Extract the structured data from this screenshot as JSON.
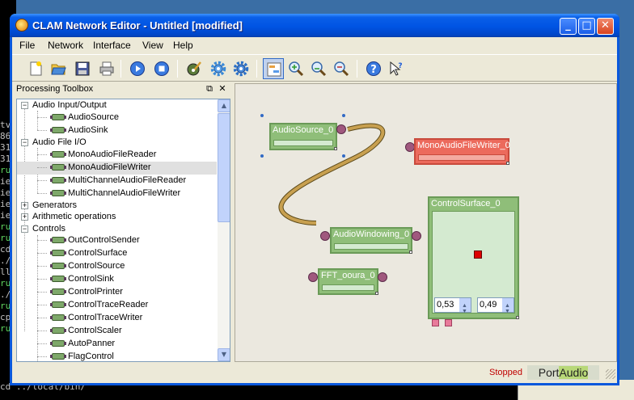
{
  "window": {
    "title": "CLAM Network Editor - Untitled [modified]",
    "controls": [
      "minimize",
      "maximize",
      "close"
    ]
  },
  "menu": [
    "File",
    "Network",
    "Interface",
    "View",
    "Help"
  ],
  "toolbar": {
    "icons": [
      "new-file-icon",
      "open-folder-icon",
      "save-icon",
      "print-icon",
      "play-icon",
      "stop-icon",
      "brush-icon",
      "gear-icon",
      "gear-blue-icon",
      "layout-icon",
      "zoom-in-icon",
      "zoom-reset-icon",
      "zoom-out-icon",
      "help-icon",
      "whats-this-icon"
    ]
  },
  "toolbox": {
    "title": "Processing Toolbox",
    "tree": [
      {
        "label": "Audio Input/Output",
        "type": "group",
        "expanded": true
      },
      {
        "label": "AudioSource",
        "type": "leaf"
      },
      {
        "label": "AudioSink",
        "type": "leaf"
      },
      {
        "label": "Audio File I/O",
        "type": "group",
        "expanded": true
      },
      {
        "label": "MonoAudioFileReader",
        "type": "leaf"
      },
      {
        "label": "MonoAudioFileWriter",
        "type": "leaf",
        "selected": true
      },
      {
        "label": "MultiChannelAudioFileReader",
        "type": "leaf"
      },
      {
        "label": "MultiChannelAudioFileWriter",
        "type": "leaf"
      },
      {
        "label": "Generators",
        "type": "group",
        "expanded": false
      },
      {
        "label": "Arithmetic operations",
        "type": "group",
        "expanded": false
      },
      {
        "label": "Controls",
        "type": "group",
        "expanded": true
      },
      {
        "label": "OutControlSender",
        "type": "leaf"
      },
      {
        "label": "ControlSurface",
        "type": "leaf"
      },
      {
        "label": "ControlSource",
        "type": "leaf"
      },
      {
        "label": "ControlSink",
        "type": "leaf"
      },
      {
        "label": "ControlPrinter",
        "type": "leaf"
      },
      {
        "label": "ControlTraceReader",
        "type": "leaf"
      },
      {
        "label": "ControlTraceWriter",
        "type": "leaf"
      },
      {
        "label": "ControlScaler",
        "type": "leaf"
      },
      {
        "label": "AutoPanner",
        "type": "leaf"
      },
      {
        "label": "FlagControl",
        "type": "leaf"
      }
    ]
  },
  "canvas": {
    "nodes": [
      {
        "name": "AudioSource_0"
      },
      {
        "name": "MonoAudioFileWriter_0"
      },
      {
        "name": "ControlSurface_0"
      },
      {
        "name": "AudioWindowing_0"
      },
      {
        "name": "FFT_ooura_0"
      }
    ],
    "control_surface": {
      "x_value": "0,53",
      "y_value": "0,49"
    }
  },
  "status": {
    "state": "Stopped",
    "backend_prefix": "Port",
    "backend_suffix": "Audio"
  },
  "colors": {
    "node_green": "#8fbe79",
    "node_red": "#ec6a5c",
    "status_red": "#c00000"
  },
  "background": {
    "terminal_left": [
      "tv",
      "86",
      "31",
      "31",
      "ru",
      "ie",
      "ie",
      "ie",
      "ie",
      "ru",
      "ru",
      "cd",
      "./",
      "ll",
      "ru",
      "./",
      "ru",
      "cp",
      "ru"
    ],
    "terminal_bottom": "cd ../local/bin/"
  }
}
